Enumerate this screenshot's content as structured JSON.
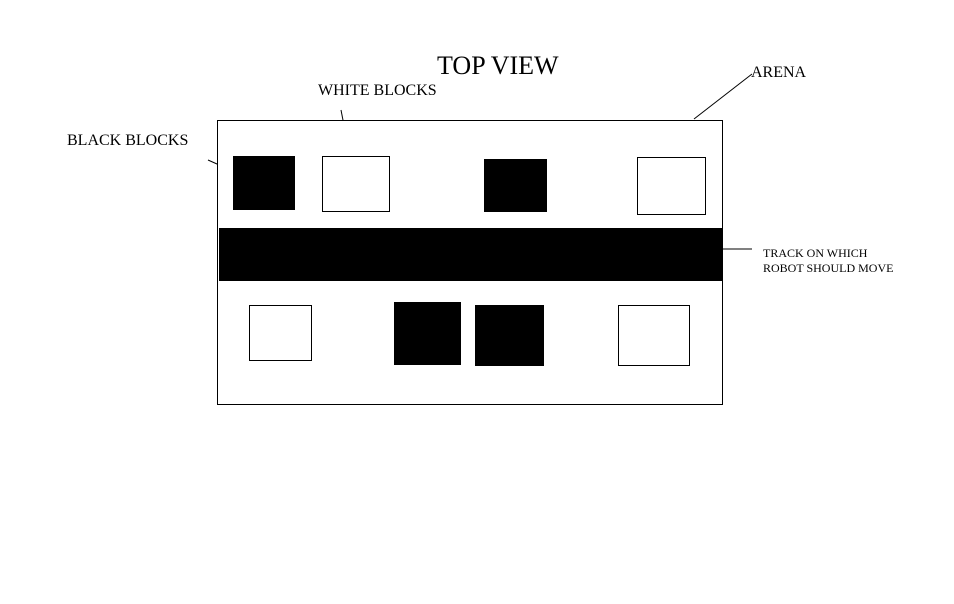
{
  "title": "TOP VIEW",
  "labels": {
    "arena": "ARENA",
    "white_blocks": "WHITE BLOCKS",
    "black_blocks": "BLACK BLOCKS",
    "track_line1": "TRACK ON WHICH",
    "track_line2": "ROBOT SHOULD MOVE"
  },
  "colors": {
    "black": "#000000",
    "white": "#ffffff"
  }
}
